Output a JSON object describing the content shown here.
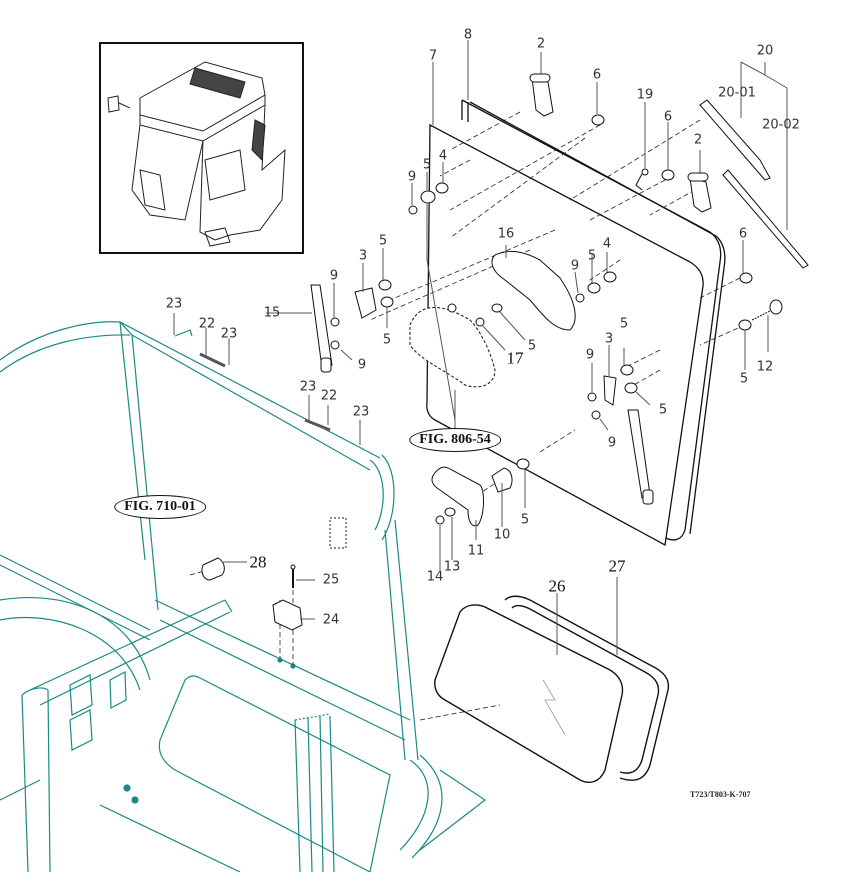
{
  "diagram": {
    "type": "exploded parts diagram",
    "drawing_code": "T723/T803-K-707",
    "figure_refs": [
      {
        "id": "fig-806-54",
        "label": "FIG. 806-54"
      },
      {
        "id": "fig-710-01",
        "label": "FIG. 710-01"
      }
    ],
    "colors": {
      "parts_line": "#111111",
      "frame_line": "#1a8a86",
      "leader": "#555555",
      "thumbnail_border": "#111111"
    },
    "callouts": [
      {
        "id": "c7",
        "label": "7"
      },
      {
        "id": "c8",
        "label": "8"
      },
      {
        "id": "c2a",
        "label": "2"
      },
      {
        "id": "c6a",
        "label": "6"
      },
      {
        "id": "c19",
        "label": "19"
      },
      {
        "id": "c6b",
        "label": "6"
      },
      {
        "id": "c20",
        "label": "20"
      },
      {
        "id": "c2001",
        "label": "20-01"
      },
      {
        "id": "c2002",
        "label": "20-02"
      },
      {
        "id": "c2b",
        "label": "2"
      },
      {
        "id": "c9a",
        "label": "9"
      },
      {
        "id": "c5a",
        "label": "5"
      },
      {
        "id": "c4a",
        "label": "4"
      },
      {
        "id": "c16",
        "label": "16"
      },
      {
        "id": "c4b",
        "label": "4"
      },
      {
        "id": "c5b",
        "label": "5"
      },
      {
        "id": "c9b",
        "label": "9"
      },
      {
        "id": "c6c",
        "label": "6"
      },
      {
        "id": "c3a",
        "label": "3"
      },
      {
        "id": "c9c",
        "label": "9"
      },
      {
        "id": "c5c",
        "label": "5"
      },
      {
        "id": "c5d",
        "label": "5"
      },
      {
        "id": "c9d",
        "label": "9"
      },
      {
        "id": "c15",
        "label": "15"
      },
      {
        "id": "c17",
        "label": "17"
      },
      {
        "id": "c5e",
        "label": "5"
      },
      {
        "id": "c3b",
        "label": "3"
      },
      {
        "id": "c5f",
        "label": "5"
      },
      {
        "id": "c9e",
        "label": "9"
      },
      {
        "id": "c5g",
        "label": "5"
      },
      {
        "id": "c9f",
        "label": "9"
      },
      {
        "id": "c5h",
        "label": "5"
      },
      {
        "id": "c12",
        "label": "12"
      },
      {
        "id": "c23a",
        "label": "23"
      },
      {
        "id": "c22a",
        "label": "22"
      },
      {
        "id": "c23b",
        "label": "23"
      },
      {
        "id": "c23c",
        "label": "23"
      },
      {
        "id": "c22b",
        "label": "22"
      },
      {
        "id": "c23d",
        "label": "23"
      },
      {
        "id": "c5i",
        "label": "5"
      },
      {
        "id": "c10",
        "label": "10"
      },
      {
        "id": "c11",
        "label": "11"
      },
      {
        "id": "c13",
        "label": "13"
      },
      {
        "id": "c14",
        "label": "14"
      },
      {
        "id": "c28",
        "label": "28"
      },
      {
        "id": "c25",
        "label": "25"
      },
      {
        "id": "c24",
        "label": "24"
      },
      {
        "id": "c26",
        "label": "26"
      },
      {
        "id": "c27",
        "label": "27"
      }
    ]
  }
}
